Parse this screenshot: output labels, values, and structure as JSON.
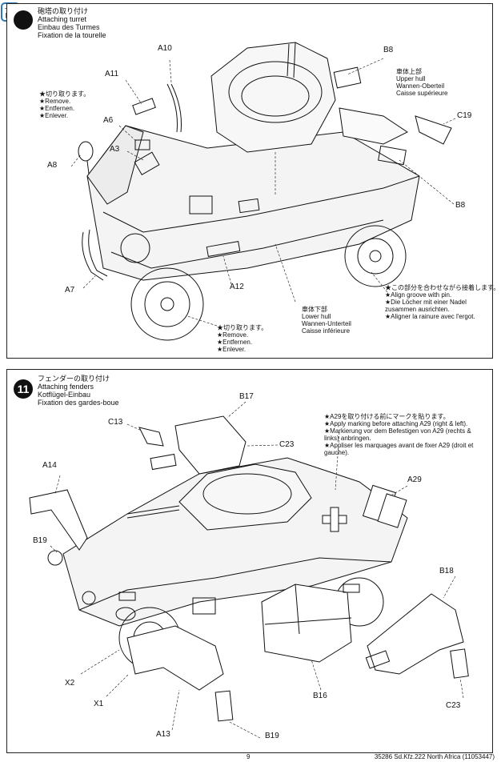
{
  "step10": {
    "title": [
      "砲塔の取り付け",
      "Attaching turret",
      "Einbau des Turmes",
      "Fixation de la tourelle"
    ],
    "remove_note_top": [
      "★切り取ります。",
      "★Remove.",
      "★Entfernen.",
      "★Enlever."
    ],
    "upper_hull": [
      "車体上部",
      "Upper hull",
      "Wannen-Oberteil",
      "Caisse supérieure"
    ],
    "lower_hull": [
      "車体下部",
      "Lower hull",
      "Wannen-Unterteil",
      "Caisse inférieure"
    ],
    "remove_note_bottom": [
      "★切り取ります。",
      "★Remove.",
      "★Entfernen.",
      "★Enlever."
    ],
    "align_note": [
      "★この部分を合わせながら接着します。",
      "★Align groove with pin.",
      "★Die Löcher mit einer Nadel",
      "zusammen ausrichten.",
      "★Aligner la rainure avec l'ergot."
    ],
    "labels": {
      "A10": "A10",
      "A11": "A11",
      "A6": "A6",
      "A3": "A3",
      "A8": "A8",
      "B8_top": "B8",
      "C19": "C19",
      "B8_right": "B8",
      "A7": "A7",
      "A12": "A12"
    }
  },
  "step11": {
    "number": "11",
    "title": [
      "フェンダーの取り付け",
      "Attaching fenders",
      "Kotflügel-Einbau",
      "Fixation des gardes-boue"
    ],
    "marking_note": [
      "★A29を取り付ける前にマークを貼ります。",
      "★Apply marking before attaching A29 (right & left).",
      "★Markierung vor dem Befestigen von A29 (rechts &",
      "links) anbringen.",
      "★Appliser les marquages avant de fixer A29 (droit et",
      "gauche)."
    ],
    "labels": {
      "B17": "B17",
      "C13": "C13",
      "C23_top": "C23",
      "A29": "A29",
      "A14": "A14",
      "B19_left": "B19",
      "B18": "B18",
      "X2": "X2",
      "X1": "X1",
      "B16": "B16",
      "A13": "A13",
      "B19_bottom": "B19",
      "C23_bottom": "C23"
    }
  },
  "footer": {
    "page_number": "9",
    "product": "35286 Sd.Kfz.222 North Africa (11053447)"
  },
  "colors": {
    "ink": "#111111",
    "paper": "#ffffff",
    "hull_fill": "#f2f2f2"
  }
}
